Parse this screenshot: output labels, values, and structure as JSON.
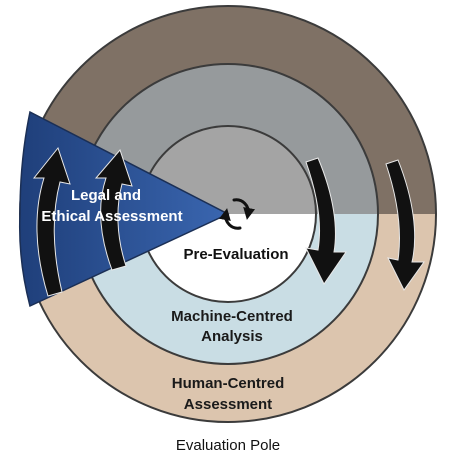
{
  "diagram": {
    "caption": "Evaluation Pole",
    "rings": {
      "outer": {
        "label_line1": "Human-Centred",
        "label_line2": "Assessment",
        "top_color": "#7f7165",
        "bottom_color": "#dcc5ae"
      },
      "middle": {
        "label_line1": "Machine-Centred",
        "label_line2": "Analysis",
        "top_color": "#969a9c",
        "bottom_color": "#c9dde4"
      },
      "inner": {
        "label": "Pre-Evaluation",
        "top_color": "#a4a4a4",
        "bottom_color": "#ffffff"
      }
    },
    "wedge": {
      "label_line1": "Legal and",
      "label_line2": "Ethical Assessment",
      "color": "#2d4f8f"
    },
    "arrow_color": "#111111"
  }
}
